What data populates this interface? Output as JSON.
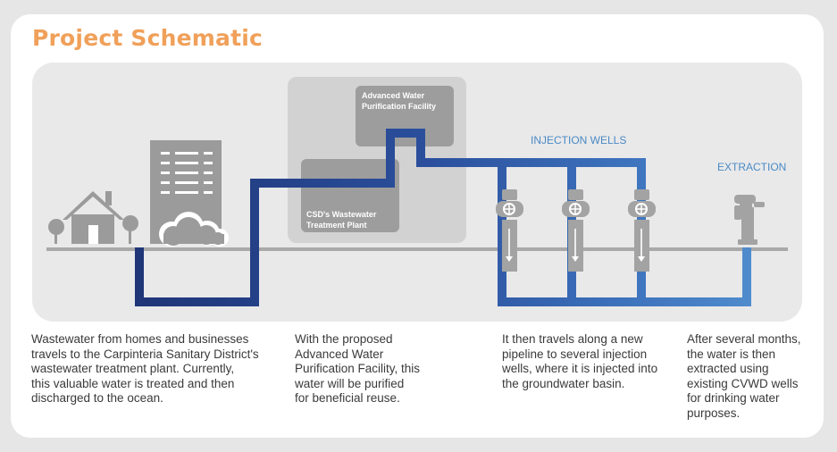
{
  "title": "Project Schematic",
  "labels": {
    "awpf": [
      "Advanced Water",
      "Purification Facility"
    ],
    "csd": [
      "CSD's Wastewater",
      "Treatment Plant"
    ],
    "injection": "INJECTION WELLS",
    "extraction": "EXTRACTION"
  },
  "captions": [
    "Wastewater from homes and businesses\ntravels to the Carpinteria Sanitary District's\nwastewater treatment plant. Currently,\nthis valuable water is treated and then\ndischarged to the ocean.",
    "With the proposed\nAdvanced Water\nPurification Facility, this\nwater will be purified\nfor beneficial reuse.",
    "It then travels along a new\npipeline to several injection\nwells, where it is injected into\nthe groundwater basin.",
    "After several months,\nthe water is then\nextracted using\nexisting CVWD wells\nfor drinking water\npurposes."
  ],
  "colors": {
    "accent": "#f0a05a",
    "pipe_dark": "#223a7e",
    "pipe_light": "#4d86c8",
    "panel": "#e9e9ea",
    "facility_box": "#d2d2d3",
    "icon_gray": "#9b9b9b",
    "label_blue": "#4a8ac4"
  }
}
